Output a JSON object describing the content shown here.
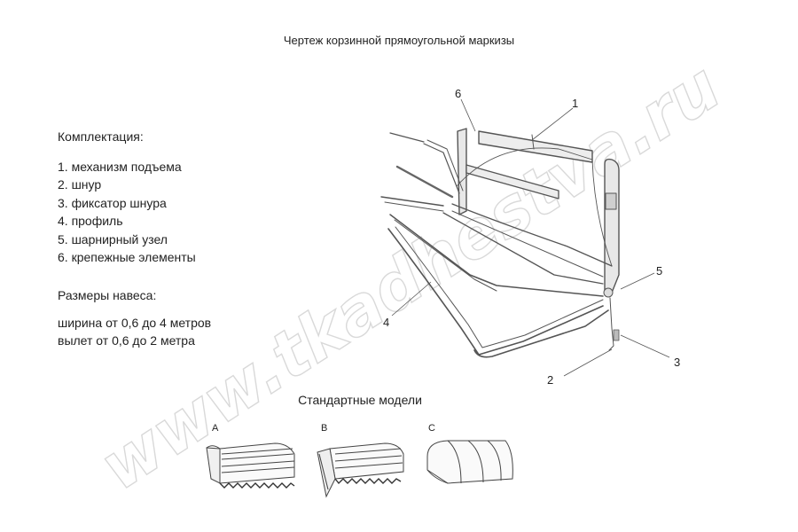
{
  "title": "Чертеж корзинной прямоугольной маркизы",
  "watermark": "www.tkadhestva.ru",
  "kit": {
    "heading": "Комплектация:",
    "items": [
      "1. механизм подъема",
      "2. шнур",
      "3. фиксатор шнура",
      "4. профиль",
      "5. шарнирный узел",
      "6. крепежные элементы"
    ]
  },
  "sizes": {
    "heading": "Размеры навеса:",
    "items": [
      "ширина от 0,6 до 4 метров",
      "вылет от 0,6 до 2 метра"
    ]
  },
  "drawing": {
    "callouts": [
      "1",
      "2",
      "3",
      "4",
      "5",
      "6"
    ]
  },
  "models": {
    "heading": "Стандартные модели",
    "labels": [
      "A",
      "B",
      "C"
    ]
  }
}
